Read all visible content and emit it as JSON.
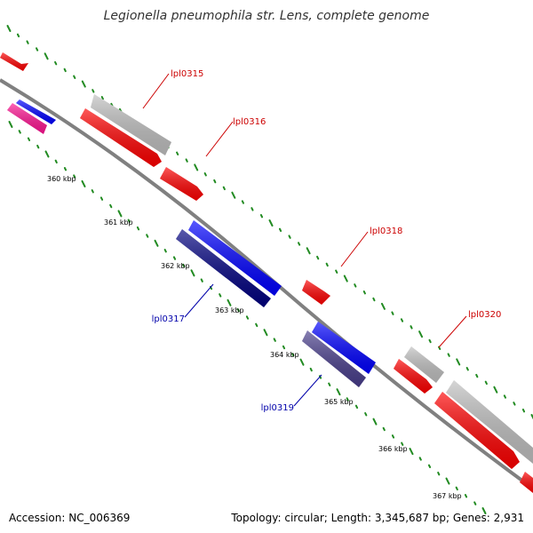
{
  "title": "Legionella pneumophila str. Lens, complete genome",
  "footer": {
    "accession": "Accession: NC_006369",
    "summary": "Topology: circular; Length: 3,345,687 bp; Genes: 2,931"
  },
  "colors": {
    "backbone": "#808080",
    "tick": "#228b22",
    "forward_gene": "#ff0000",
    "reverse_gene": "#0000ff",
    "neutral_gene": "#c0c0c0",
    "dark_blue_gene": "#000080",
    "purple_gene": "#483d8b",
    "pink_gene": "#ff1493",
    "forward_label": "#cc0000",
    "reverse_label": "#0000aa"
  },
  "scale_labels": [
    "360 kbp",
    "361 kbp",
    "362 kbp",
    "363 kbp",
    "364 kbp",
    "365 kbp",
    "366 kbp",
    "367 kbp"
  ],
  "gene_labels": [
    {
      "text": "lpl0315",
      "color": "forward_label"
    },
    {
      "text": "lpl0316",
      "color": "forward_label"
    },
    {
      "text": "lpl0317",
      "color": "reverse_label"
    },
    {
      "text": "lpl0318",
      "color": "forward_label"
    },
    {
      "text": "lpl0319",
      "color": "reverse_label"
    },
    {
      "text": "lpl0320",
      "color": "forward_label"
    }
  ],
  "genes": [
    {
      "name": "red-gene-top-left",
      "color": "forward_gene"
    },
    {
      "name": "blue-gene-left",
      "color": "reverse_gene"
    },
    {
      "name": "pink-gene-left",
      "color": "pink_gene"
    },
    {
      "name": "grey-gene-lpl0315",
      "color": "neutral_gene"
    },
    {
      "name": "red-gene-lpl0315",
      "color": "forward_gene"
    },
    {
      "name": "red-gene-lpl0316",
      "color": "forward_gene"
    },
    {
      "name": "blue-gene-lpl0317",
      "color": "reverse_gene"
    },
    {
      "name": "navy-gene-lpl0317",
      "color": "dark_blue_gene"
    },
    {
      "name": "red-gene-lpl0318",
      "color": "forward_gene"
    },
    {
      "name": "blue-gene-lpl0319",
      "color": "reverse_gene"
    },
    {
      "name": "purple-gene-lpl0319",
      "color": "purple_gene"
    },
    {
      "name": "red-gene-lpl0320-a",
      "color": "forward_gene"
    },
    {
      "name": "grey-gene-lpl0320",
      "color": "neutral_gene"
    },
    {
      "name": "grey-gene-right",
      "color": "neutral_gene"
    },
    {
      "name": "red-gene-right",
      "color": "forward_gene"
    },
    {
      "name": "red-gene-edge",
      "color": "forward_gene"
    }
  ]
}
